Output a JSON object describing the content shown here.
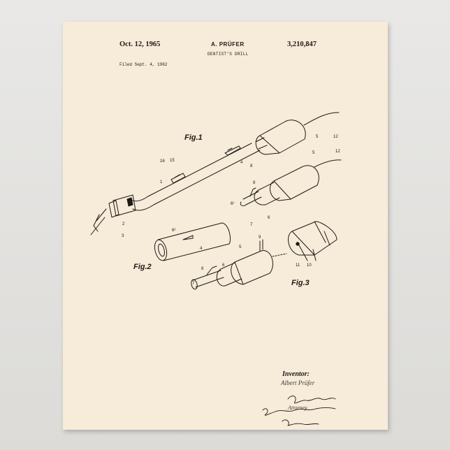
{
  "header": {
    "date": "Oct. 12, 1965",
    "inventor": "A. PRÜFER",
    "patent_number": "3,210,847",
    "title": "DENTIST'S DRILL",
    "filed": "Filed Sept. 4, 1962"
  },
  "figures": {
    "fig1": "Fig.1",
    "fig2": "Fig.2",
    "fig3": "Fig.3"
  },
  "inventor_block": {
    "label": "Inventor:",
    "signature_name": "Albert Prüfer",
    "attorney": "Attorney"
  },
  "reference_numerals": {
    "n1": "1",
    "n2": "2",
    "n3": "3",
    "n4": "4",
    "n5": "5",
    "n6": "6",
    "n7": "7",
    "n8": "8",
    "n9": "9",
    "n10": "10",
    "n11": "11",
    "n12": "12",
    "n15": "15",
    "n16": "16",
    "n6a": "6¹",
    "n6b": "6²"
  },
  "colors": {
    "paper": "#f7ebd9",
    "ink": "#1e1a16",
    "wall": "#e4e3e1"
  }
}
